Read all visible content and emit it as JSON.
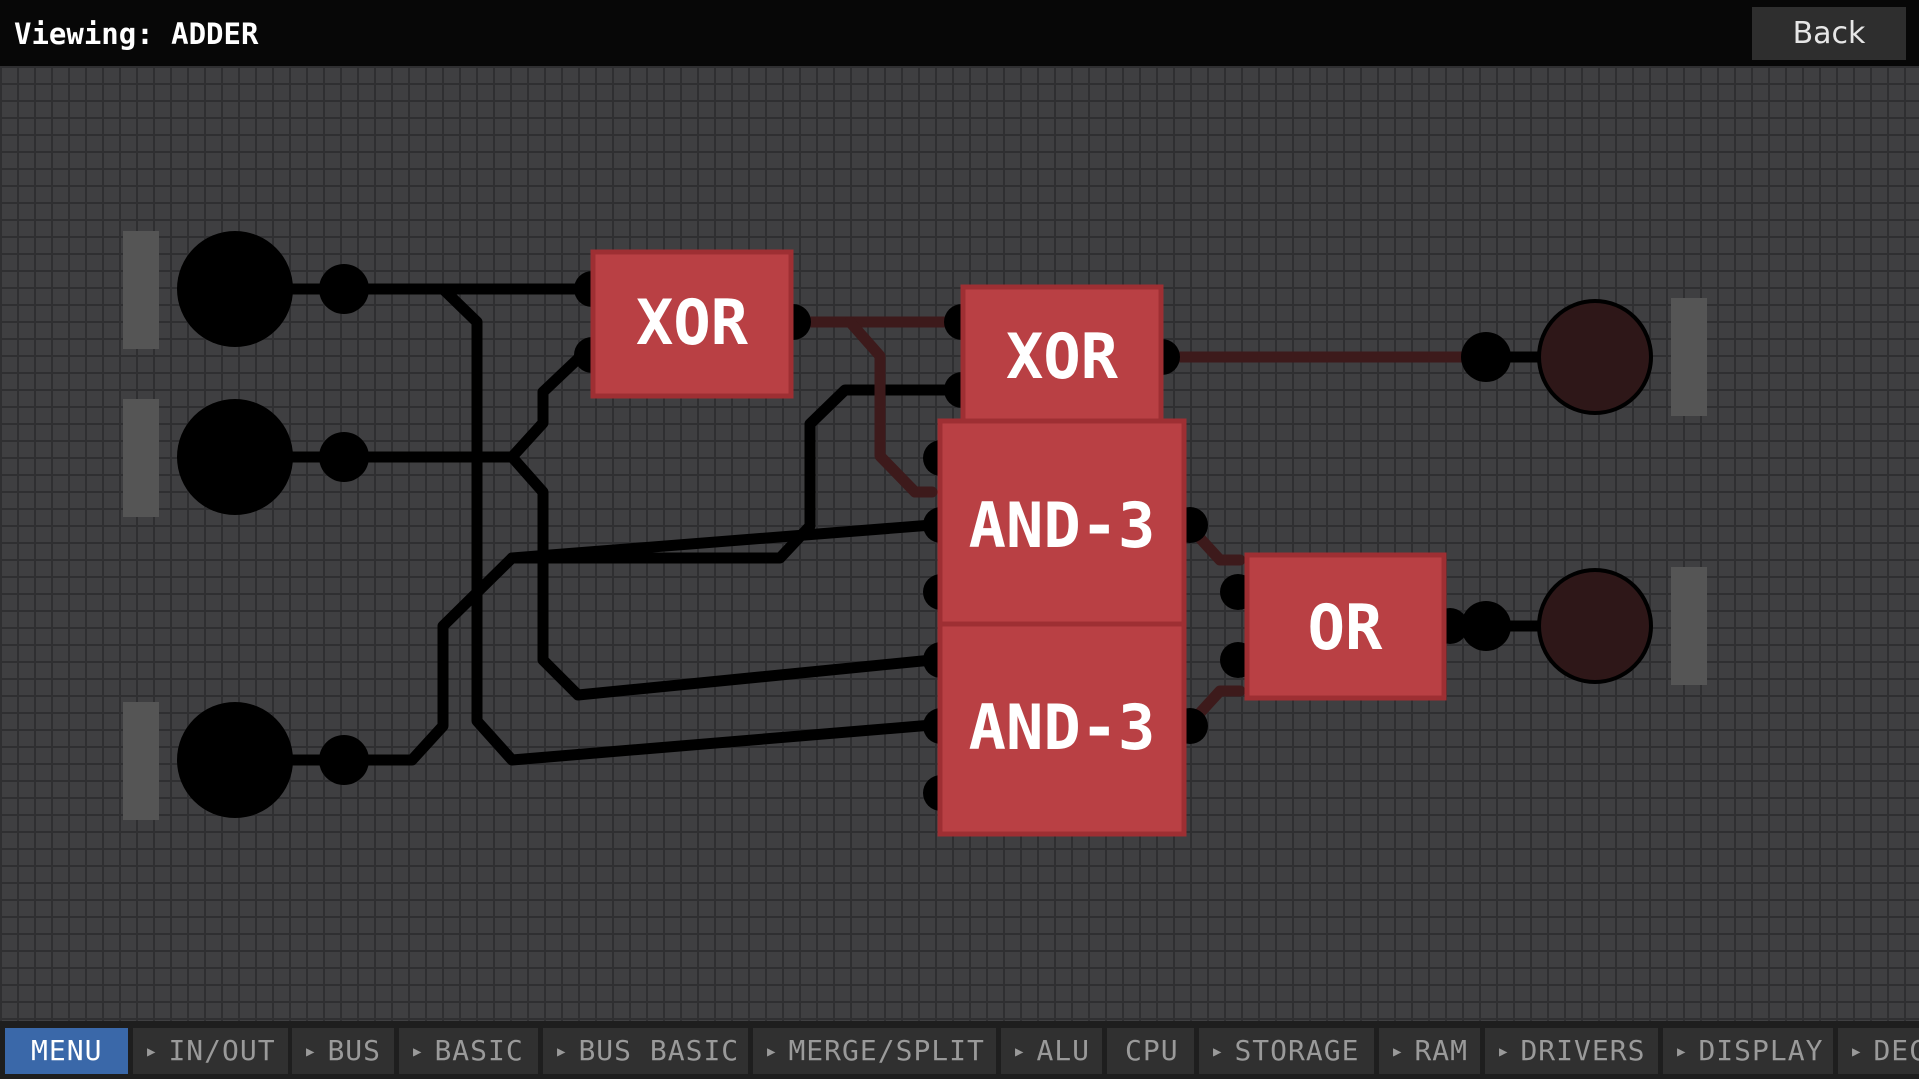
{
  "header": {
    "title": "Viewing: ADDER",
    "back_label": "Back"
  },
  "canvas": {
    "gates": [
      {
        "label": "XOR"
      },
      {
        "label": "XOR"
      },
      {
        "label": "AND-3"
      },
      {
        "label": "AND-3"
      },
      {
        "label": "OR"
      }
    ],
    "input_count": 3,
    "output_count": 2
  },
  "colors": {
    "canvas_bg": "#3f3f41",
    "grid_line": "#2f2f31",
    "gate_fill": "#b94044",
    "gate_border": "#9e2f33",
    "wire_off": "#000000",
    "wire_on": "#3d1a1b",
    "output_led": "#2e1718",
    "active_tab": "#3a68a9"
  },
  "toolbar": {
    "tabs": [
      {
        "label": "MENU",
        "arrow": false,
        "active": true
      },
      {
        "label": "IN/OUT",
        "arrow": true,
        "active": false
      },
      {
        "label": "BUS",
        "arrow": true,
        "active": false
      },
      {
        "label": "BASIC",
        "arrow": true,
        "active": false
      },
      {
        "label": "BUS BASIC",
        "arrow": true,
        "active": false
      },
      {
        "label": "MERGE/SPLIT",
        "arrow": true,
        "active": false
      },
      {
        "label": "ALU",
        "arrow": true,
        "active": false
      },
      {
        "label": "CPU",
        "arrow": false,
        "active": false
      },
      {
        "label": "STORAGE",
        "arrow": true,
        "active": false
      },
      {
        "label": "RAM",
        "arrow": true,
        "active": false
      },
      {
        "label": "DRIVERS",
        "arrow": true,
        "active": false
      },
      {
        "label": "DISPLAY",
        "arrow": true,
        "active": false
      },
      {
        "label": "DEC",
        "arrow": true,
        "active": false
      }
    ]
  }
}
